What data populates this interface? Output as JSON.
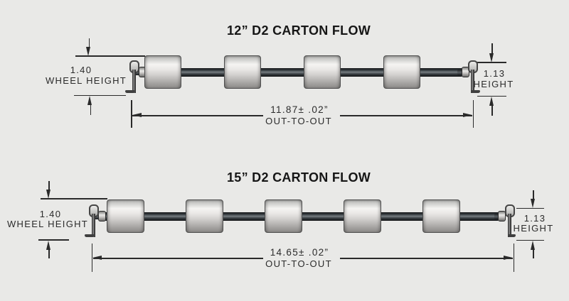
{
  "colors": {
    "background": "#e9e9e7",
    "line": "#2a2a2a",
    "wheel_body": "#d9d7d5",
    "axle": "#3a4044"
  },
  "diagrams": [
    {
      "title": "12” D2 CARTON FLOW",
      "wheel_count": 4,
      "left_dim": {
        "value": "1.40",
        "label": "WHEEL HEIGHT"
      },
      "right_dim": {
        "value": "1.13",
        "label": "HEIGHT"
      },
      "length_dim": {
        "value": "11.87± .02”",
        "label": "OUT-TO-OUT"
      }
    },
    {
      "title": "15” D2 CARTON FLOW",
      "wheel_count": 5,
      "left_dim": {
        "value": "1.40",
        "label": "WHEEL HEIGHT"
      },
      "right_dim": {
        "value": "1.13",
        "label": "HEIGHT"
      },
      "length_dim": {
        "value": "14.65± .02”",
        "label": "OUT-TO-OUT"
      }
    }
  ]
}
